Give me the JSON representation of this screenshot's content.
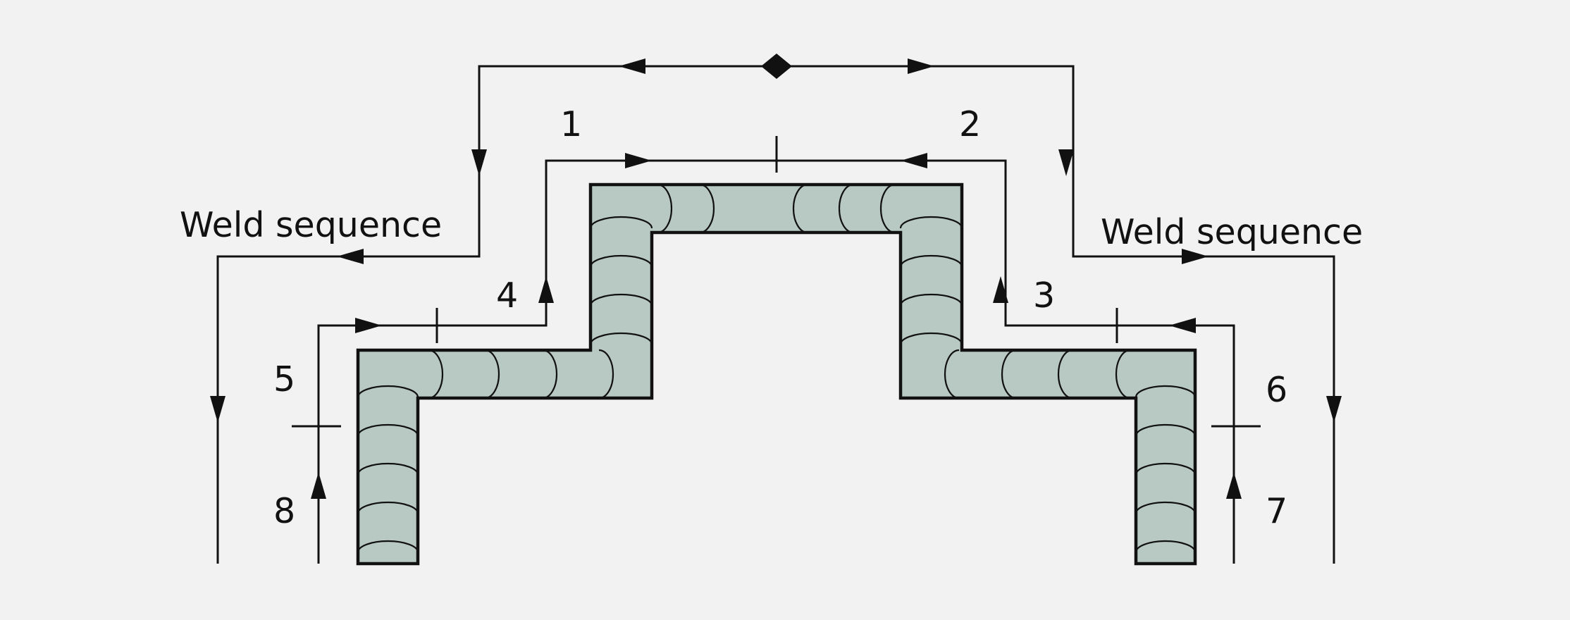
{
  "colors": {
    "background": "#f2f2f2",
    "weld_fill": "#b8c8c3",
    "line": "#111111"
  },
  "labels": {
    "left_sequence": "Weld sequence",
    "right_sequence": "Weld sequence"
  },
  "steps": [
    "1",
    "2",
    "3",
    "4",
    "5",
    "6",
    "7",
    "8"
  ],
  "icons": {
    "start_marker": "diamond-icon",
    "direction": "arrowhead-icon",
    "segment_boundary": "tick-mark-icon"
  }
}
